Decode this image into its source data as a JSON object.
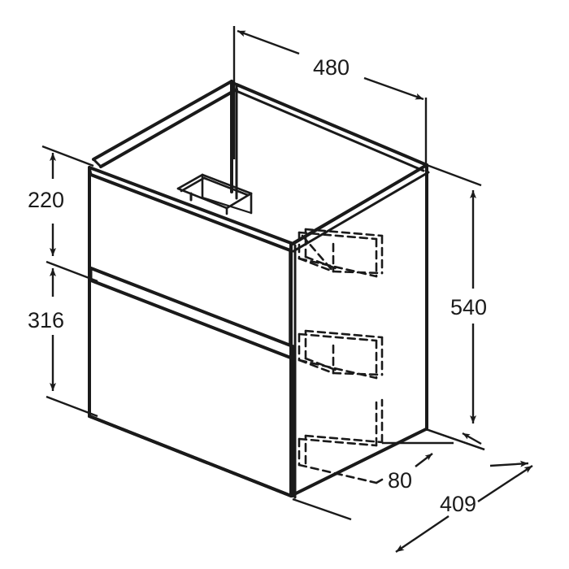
{
  "drawing": {
    "title": "Vanity unit isometric dimension drawing",
    "type": "technical-isometric-line-drawing",
    "subject": "two-drawer wall-hung washbasin vanity unit",
    "unit": "mm",
    "line_color": "#1a1a1a",
    "background_color": "#ffffff"
  },
  "dimensions": {
    "width": {
      "label": "480",
      "value": 480,
      "description": "overall width, top rear edge"
    },
    "height": {
      "label": "540",
      "value": 540,
      "description": "overall height, right rear vertical"
    },
    "depth": {
      "label": "409",
      "value": 409,
      "description": "overall depth, bottom right edge"
    },
    "top_drawer": {
      "label": "220",
      "value": 220,
      "description": "upper drawer front height"
    },
    "bottom_drawer": {
      "label": "316",
      "value": 316,
      "description": "lower drawer front height"
    },
    "inset": {
      "label": "80",
      "value": 80,
      "description": "rear inset at base"
    }
  },
  "parts": {
    "top_panel": "cabinet-top-panel",
    "left_panel": "cabinet-left-side-panel",
    "right_panel": "cabinet-right-side-panel",
    "back_panel": "cabinet-back-panel",
    "upper_drawer_front": "upper-drawer-front",
    "lower_drawer_front": "lower-drawer-front",
    "siphon_cutout": "siphon-cut-out-box",
    "hidden_drawer_boxes": "hidden-drawer-box-outlines"
  }
}
